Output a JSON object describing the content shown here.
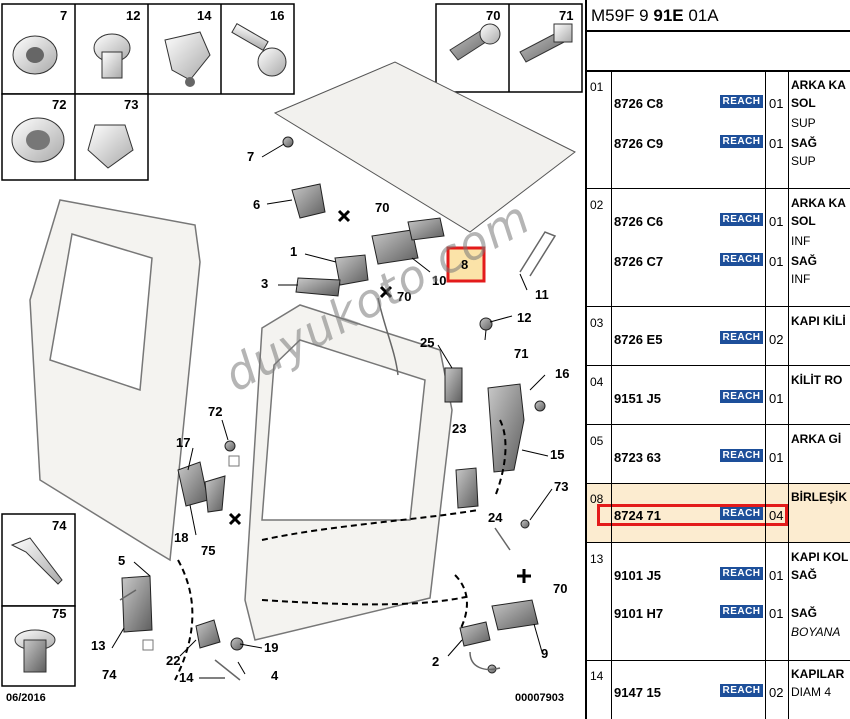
{
  "diagram": {
    "footer_date": "06/2016",
    "footer_code": "00007903",
    "watermark": "duyukoto.com",
    "thumbnails": [
      {
        "num": "7"
      },
      {
        "num": "12"
      },
      {
        "num": "14"
      },
      {
        "num": "16"
      },
      {
        "num": "72"
      },
      {
        "num": "73"
      },
      {
        "num": "70"
      },
      {
        "num": "71"
      },
      {
        "num": "74"
      },
      {
        "num": "75"
      }
    ],
    "callouts": [
      "7",
      "6",
      "70",
      "1",
      "3",
      "10",
      "8",
      "70",
      "11",
      "12",
      "71",
      "25",
      "16",
      "72",
      "17",
      "23",
      "15",
      "18",
      "75",
      "73",
      "24",
      "5",
      "70",
      "13",
      "22",
      "19",
      "2",
      "9",
      "74",
      "14",
      "4"
    ],
    "highlight_color": "#e31b1b",
    "highlight_fill": "#fbe3a8"
  },
  "parts": {
    "header_ref_prefix": "M59F 9 ",
    "header_ref_bold": "91E",
    "header_ref_suffix": " 01A",
    "reach_label": "REACH",
    "groups": [
      {
        "num": "01",
        "rows": [
          {
            "ref": "8726 C8",
            "qty": "01",
            "desc": [
              "SOL",
              "SUP"
            ]
          },
          {
            "ref": "8726 C9",
            "qty": "01",
            "desc": [
              "SAĞ",
              "SUP"
            ]
          }
        ],
        "title": "ARKA KA"
      },
      {
        "num": "02",
        "rows": [
          {
            "ref": "8726 C6",
            "qty": "01",
            "desc": [
              "SOL",
              "INF"
            ]
          },
          {
            "ref": "8726 C7",
            "qty": "01",
            "desc": [
              "SAĞ",
              "INF"
            ]
          }
        ],
        "title": "ARKA KA"
      },
      {
        "num": "03",
        "rows": [
          {
            "ref": "8726 E5",
            "qty": "02",
            "desc": []
          }
        ],
        "title": "KAPI KİLİ"
      },
      {
        "num": "04",
        "rows": [
          {
            "ref": "9151 J5",
            "qty": "01",
            "desc": []
          }
        ],
        "title": "KİLİT RO"
      },
      {
        "num": "05",
        "rows": [
          {
            "ref": "8723 63",
            "qty": "01",
            "desc": []
          }
        ],
        "title": "ARKA Gİ"
      },
      {
        "num": "08",
        "rows": [
          {
            "ref": "8724 71",
            "qty": "04",
            "desc": []
          }
        ],
        "title": "BİRLEŞİK"
      },
      {
        "num": "13",
        "rows": [
          {
            "ref": "9101 J5",
            "qty": "01",
            "desc": [
              "SAĞ"
            ]
          },
          {
            "ref": "9101 H7",
            "qty": "01",
            "desc": [
              "SAĞ",
              "BOYANA"
            ]
          }
        ],
        "title": "KAPI KOL"
      },
      {
        "num": "14",
        "rows": [
          {
            "ref": "9147 15",
            "qty": "02",
            "desc": [
              "DIAM 4"
            ]
          }
        ],
        "title": "KAPILAR"
      }
    ]
  }
}
